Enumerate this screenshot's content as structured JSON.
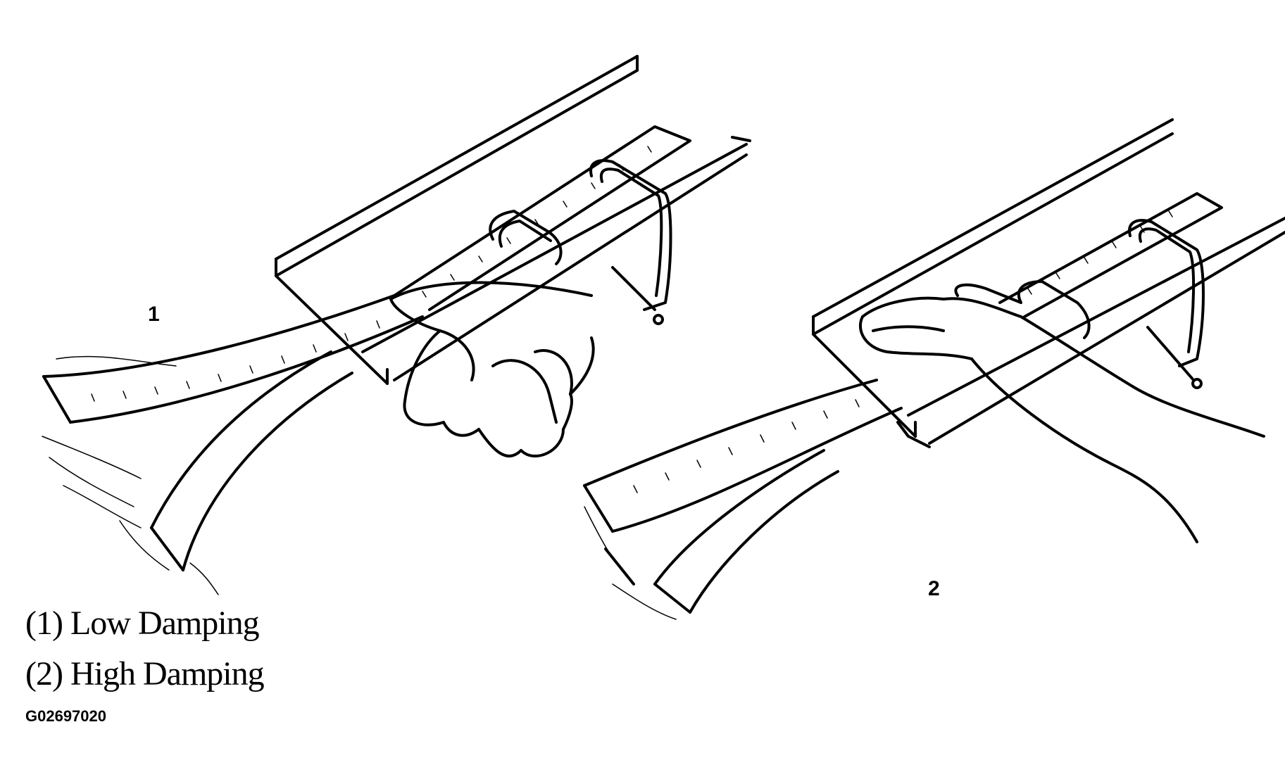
{
  "callouts": {
    "one": "1",
    "two": "2"
  },
  "legend": [
    "(1) Low Damping",
    "(2) High Damping"
  ],
  "figure_code": "G02697020",
  "colors": {
    "ink": "#000000",
    "paper": "#ffffff"
  }
}
